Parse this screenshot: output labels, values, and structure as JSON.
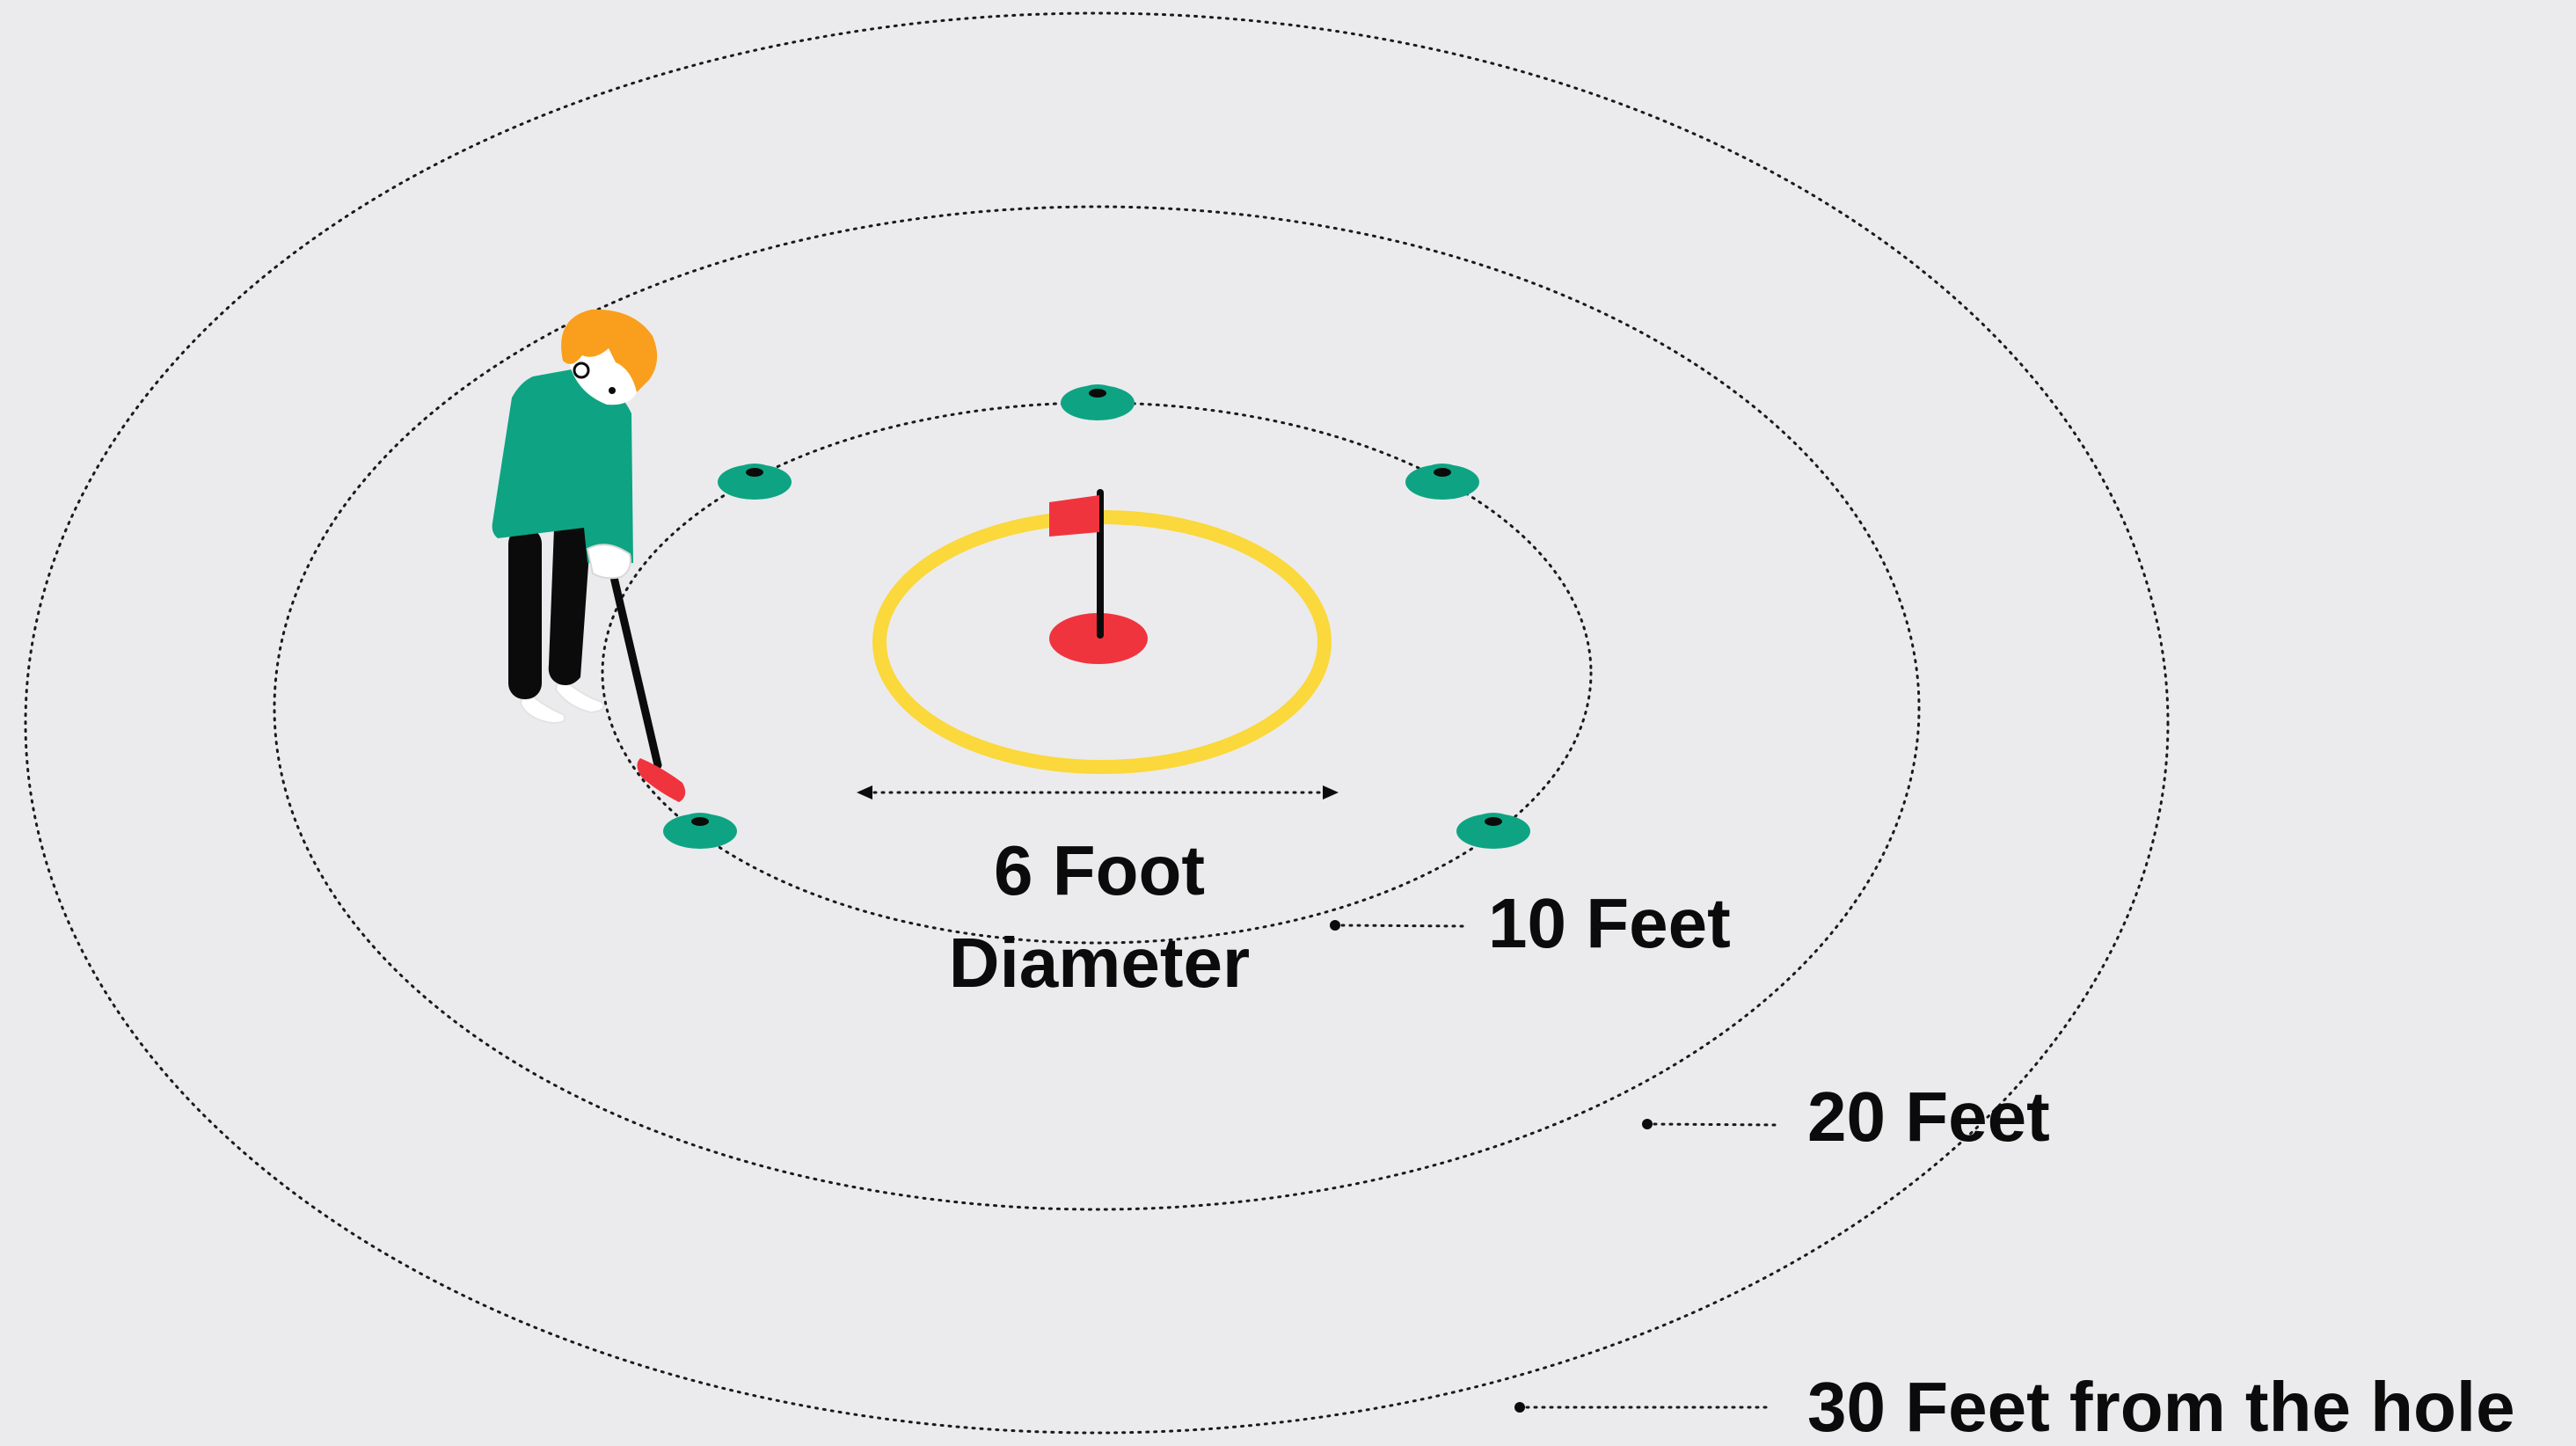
{
  "labels": {
    "diameter_line1": "6 Foot",
    "diameter_line2": "Diameter",
    "ring_10": "10 Feet",
    "ring_20": "20 Feet",
    "ring_30": "30 Feet from the hole"
  },
  "colors": {
    "background": "#ebebed",
    "hole": "#f0343e",
    "flag": "#f0343e",
    "target_ring": "#fbd83b",
    "cone": "#0ea483",
    "shirt": "#0ea483",
    "hair": "#f99f1d",
    "ink": "#0b0b0b"
  },
  "icons": [
    "golfer-figure",
    "flag-icon",
    "cone-icon"
  ]
}
